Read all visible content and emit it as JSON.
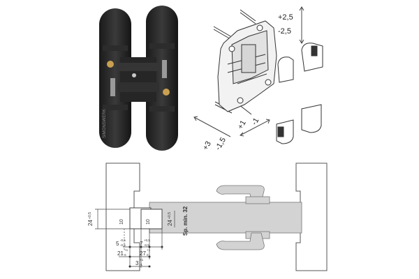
{
  "adjust_labels": {
    "vertical_plus": "+2,5",
    "vertical_minus": "-2,5",
    "depth_plus": "+3",
    "depth_minus": "-1,5",
    "lateral_plus": "+1",
    "lateral_minus": "-1"
  },
  "brand": "SIMONSWERK",
  "dimensions": {
    "height_top": "24",
    "height_top_sup": "+0,5",
    "height_mid": "24",
    "height_mid_sup": "+0,5",
    "thickness_note": "Sp. min. 32",
    "mark_left": "10",
    "mark_right": "10",
    "d1": "5",
    "d1_sup": "-0,5",
    "d1_sub": "-0,5",
    "d2": "7",
    "d2_sup": "+0,5",
    "d2_sub": "-0,5",
    "d3": "21",
    "d3_sup": "+1",
    "d3_sub": "0",
    "d4": "27",
    "d4_sup": "+1",
    "d4_sub": "0",
    "d5": "3",
    "d5_sup": "+1",
    "d5_sub": "-1"
  }
}
